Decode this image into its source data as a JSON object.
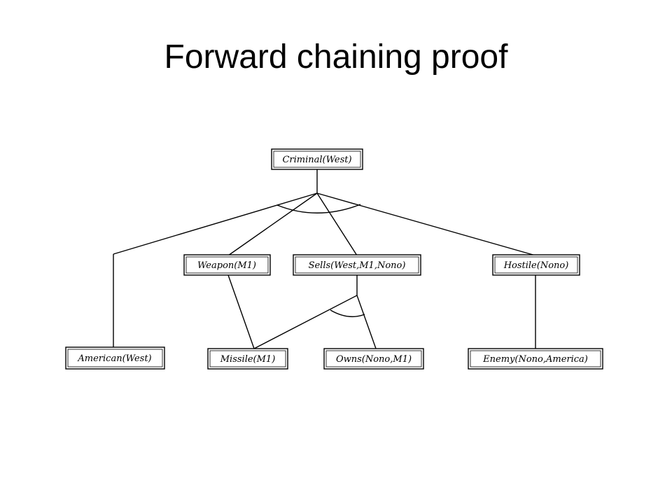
{
  "slide": {
    "title": "Forward chaining proof"
  },
  "nodes": {
    "criminal": "Criminal(West)",
    "weapon": "Weapon(M1)",
    "sells": "Sells(West,M1,Nono)",
    "hostile": "Hostile(Nono)",
    "american": "American(West)",
    "missile": "Missile(M1)",
    "owns": "Owns(Nono,M1)",
    "enemy": "Enemy(Nono,America)"
  }
}
